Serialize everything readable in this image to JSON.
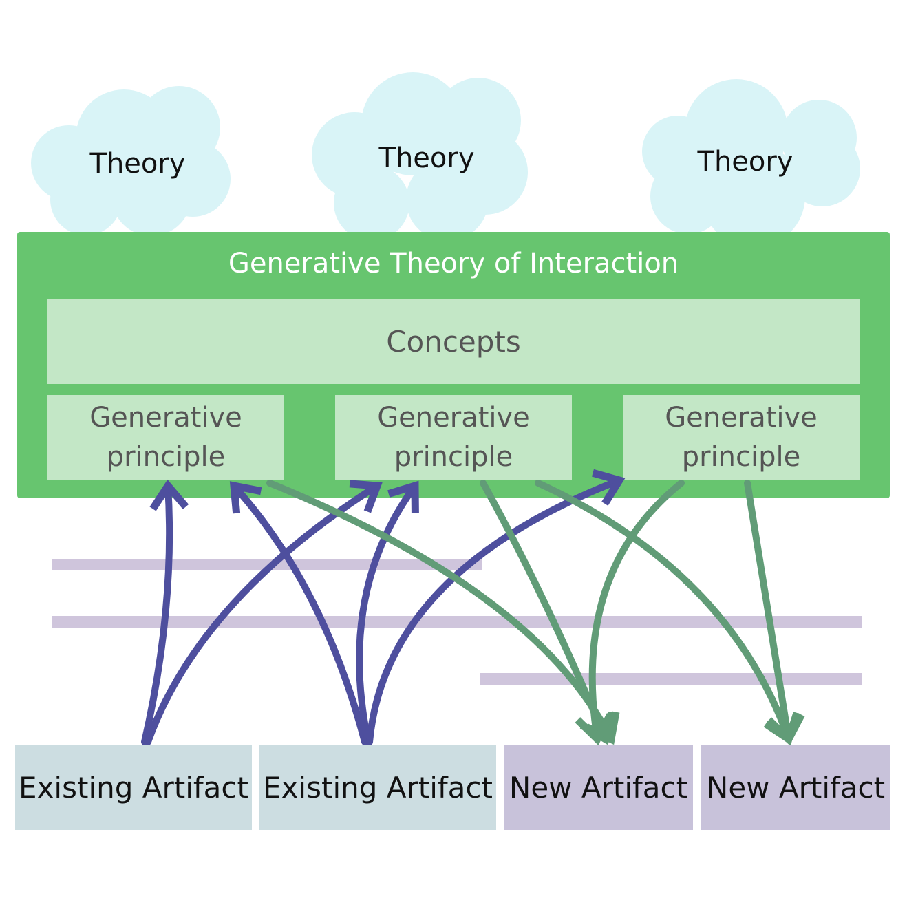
{
  "clouds": [
    "Theory",
    "Theory",
    "Theory"
  ],
  "framework": {
    "title": "Generative Theory of Interaction",
    "concepts": "Concepts",
    "principles": [
      "Generative principle",
      "Generative principle",
      "Generative principle"
    ]
  },
  "artifacts": {
    "existing": [
      "Existing Artifact",
      "Existing Artifact"
    ],
    "new": [
      "New Artifact",
      "New Artifact"
    ]
  },
  "colors": {
    "framework": "#67c56f",
    "inner_box": "#c3e7c6",
    "cloud": "#d9f4f7",
    "existing": "#ccdde1",
    "new": "#c8c2da",
    "inspire_arrow": "#4e4f9e",
    "generate_arrow": "#619c77",
    "timeline": "#cfc5dc"
  }
}
